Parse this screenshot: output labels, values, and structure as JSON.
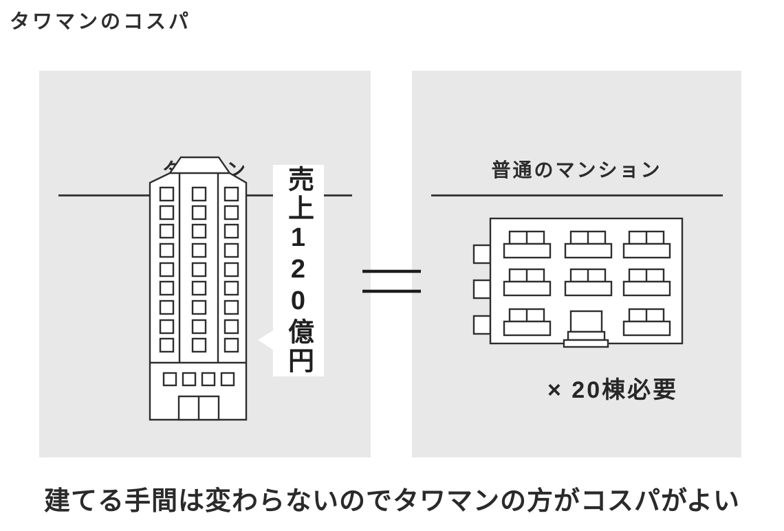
{
  "page": {
    "title": "タワマンのコスパ",
    "caption": "建てる手間は変わらないのでタワマンの方がコスパがよい"
  },
  "comparison": {
    "operator": "=",
    "left": {
      "label": "タワマン",
      "bubble": "売上120億円",
      "illustration": "tower-building"
    },
    "right": {
      "label": "普通のマンション",
      "note": "× 20棟必要",
      "illustration": "apartment-building"
    }
  },
  "colors": {
    "panel_bg": "#e8e8e8",
    "line": "#2d2d2d",
    "text": "#262626",
    "bubble_bg": "#ffffff"
  }
}
